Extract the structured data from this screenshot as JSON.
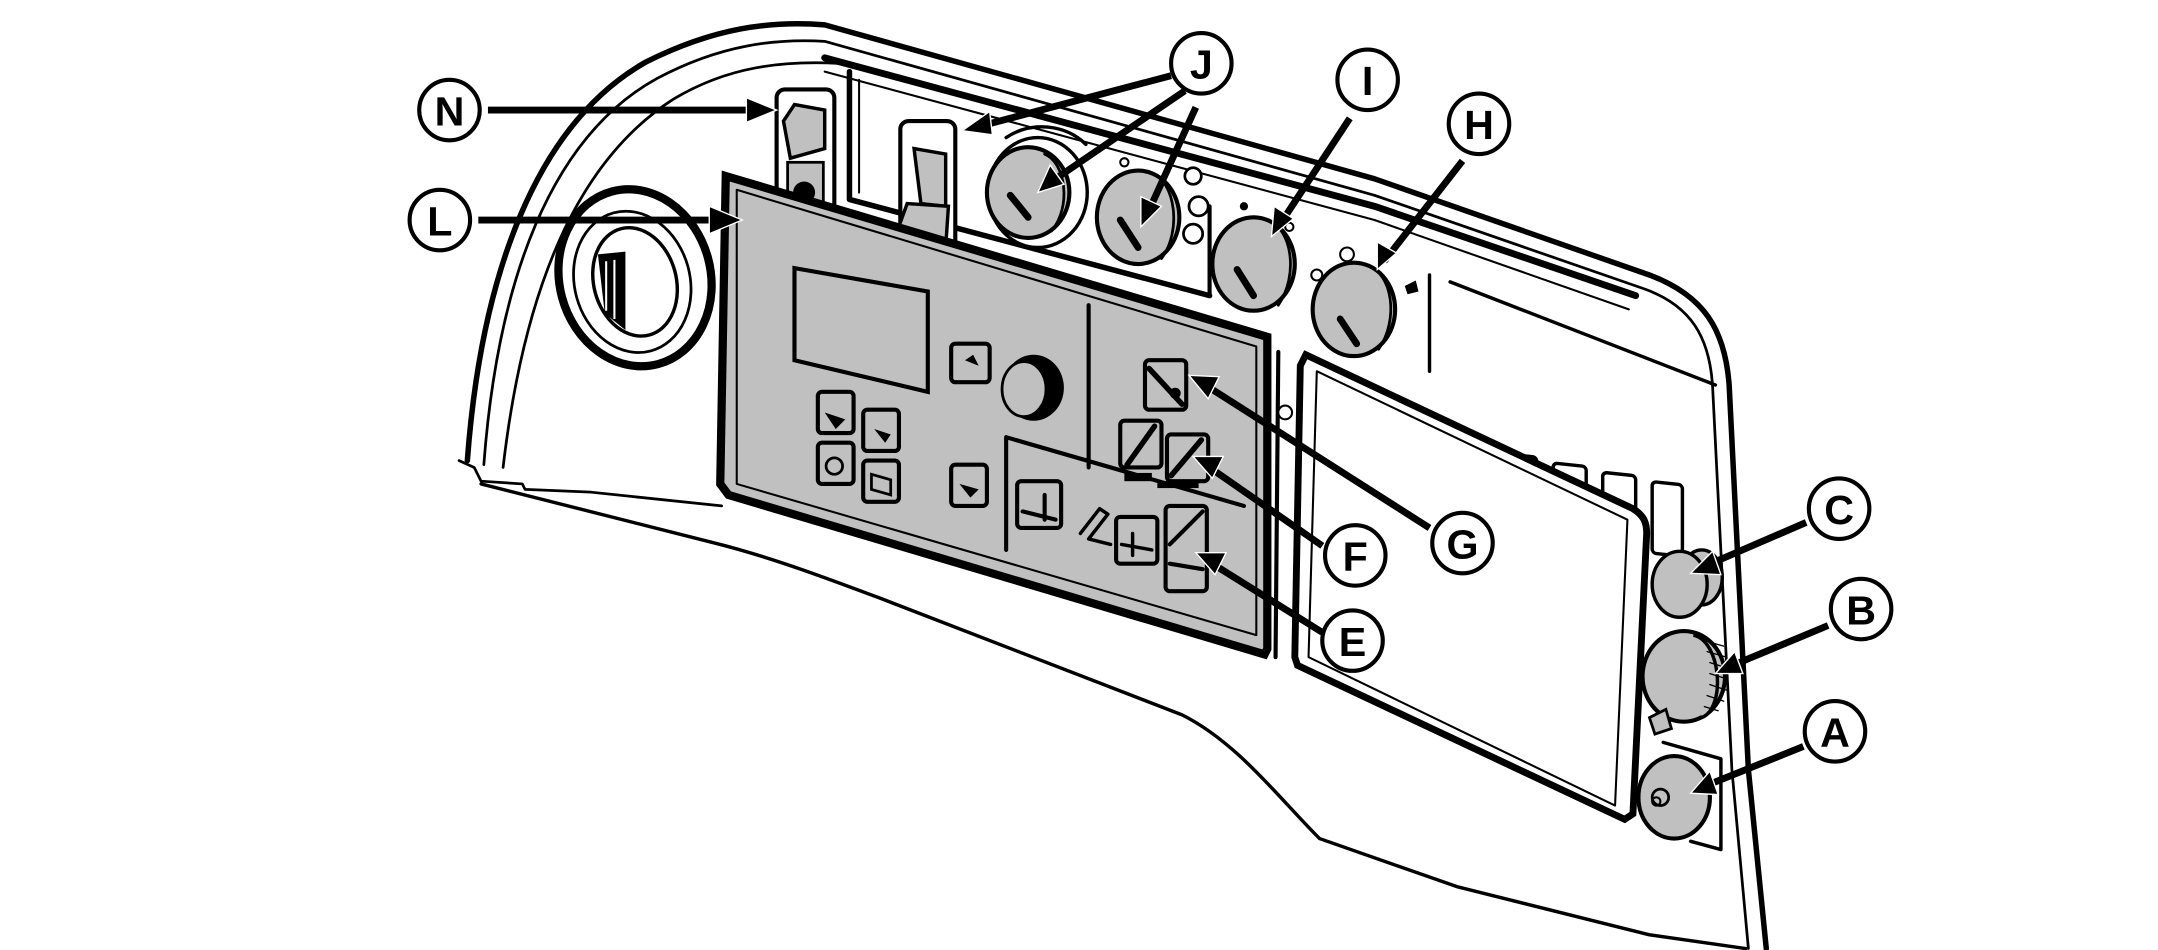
{
  "figure": {
    "type": "line-drawing",
    "subject": "operator control console",
    "colors": {
      "line": "#000000",
      "fill_gray": "#c0c0c0",
      "background": "#ffffff"
    }
  },
  "callouts": [
    {
      "id": "A",
      "label": "A",
      "target": "lower round knob"
    },
    {
      "id": "B",
      "label": "B",
      "target": "knurled rotary knob"
    },
    {
      "id": "C",
      "label": "C",
      "target": "upper round knob"
    },
    {
      "id": "E",
      "label": "E",
      "target": "lower stacked membrane buttons"
    },
    {
      "id": "F",
      "label": "F",
      "target": "paired membrane buttons"
    },
    {
      "id": "G",
      "label": "G",
      "target": "upper membrane button"
    },
    {
      "id": "H",
      "label": "H",
      "target": "right rotary knob"
    },
    {
      "id": "I",
      "label": "I",
      "target": "left rotary knob"
    },
    {
      "id": "J",
      "label": "J",
      "target": "rocker switch and rotary knobs"
    },
    {
      "id": "L",
      "label": "L",
      "target": "control panel membrane"
    },
    {
      "id": "N",
      "label": "N",
      "target": "rocker switch"
    }
  ]
}
